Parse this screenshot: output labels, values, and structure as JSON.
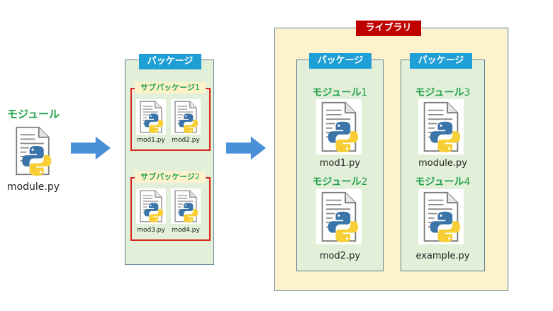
{
  "colors": {
    "module_title": "#1fa24a",
    "package_label_bg": "#1e9fd6",
    "library_label_bg": "#c00000",
    "package_fill": "#e2efd9",
    "library_fill": "#fdf2cc",
    "subpackage_border": "#d9251c",
    "arrow": "#4a90d9"
  },
  "icons": {
    "file": "python-file-icon",
    "arrow": "right-arrow-icon"
  },
  "module": {
    "title": "モジュール",
    "filename": "module.py"
  },
  "package": {
    "label": "パッケージ",
    "subpackages": [
      {
        "title": "サブパッケージ",
        "number": "1",
        "files": [
          "mod1.py",
          "mod2.py"
        ]
      },
      {
        "title": "サブパッケージ",
        "number": "2",
        "files": [
          "mod3.py",
          "mod4.py"
        ]
      }
    ]
  },
  "library": {
    "label": "ライブラリ",
    "packages": [
      {
        "label": "パッケージ",
        "modules": [
          {
            "title": "モジュール",
            "number": "1",
            "filename": "mod1.py"
          },
          {
            "title": "モジュール",
            "number": "2",
            "filename": "mod2.py"
          }
        ]
      },
      {
        "label": "パッケージ",
        "modules": [
          {
            "title": "モジュール",
            "number": "3",
            "filename": "module.py"
          },
          {
            "title": "モジュール",
            "number": "4",
            "filename": "example.py"
          }
        ]
      }
    ]
  }
}
